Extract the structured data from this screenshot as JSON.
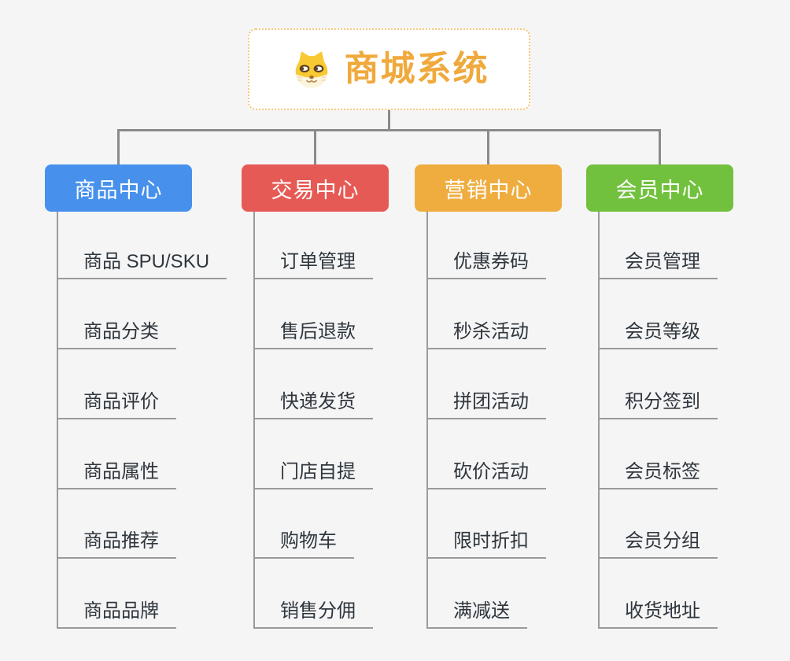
{
  "root": {
    "title": "商城系统",
    "icon": "doge-icon"
  },
  "colors": {
    "background": "#f5f5f5",
    "root_text": "#f0a93c",
    "root_border": "#f6c77b",
    "connector_line": "#8a8a8a",
    "item_line": "#9a9a9a",
    "item_text": "#2f363d",
    "header_text": "#ffffff"
  },
  "branches": [
    {
      "id": "product-center",
      "label": "商品中心",
      "color": "#4791ec",
      "items": [
        "商品 SPU/SKU",
        "商品分类",
        "商品评价",
        "商品属性",
        "商品推荐",
        "商品品牌"
      ]
    },
    {
      "id": "trade-center",
      "label": "交易中心",
      "color": "#e65a55",
      "items": [
        "订单管理",
        "售后退款",
        "快递发货",
        "门店自提",
        "购物车",
        "销售分佣"
      ]
    },
    {
      "id": "marketing-center",
      "label": "营销中心",
      "color": "#efad40",
      "items": [
        "优惠券码",
        "秒杀活动",
        "拼团活动",
        "砍价活动",
        "限时折扣",
        "满减送"
      ]
    },
    {
      "id": "member-center",
      "label": "会员中心",
      "color": "#72c13e",
      "items": [
        "会员管理",
        "会员等级",
        "积分签到",
        "会员标签",
        "会员分组",
        "收货地址"
      ]
    }
  ]
}
